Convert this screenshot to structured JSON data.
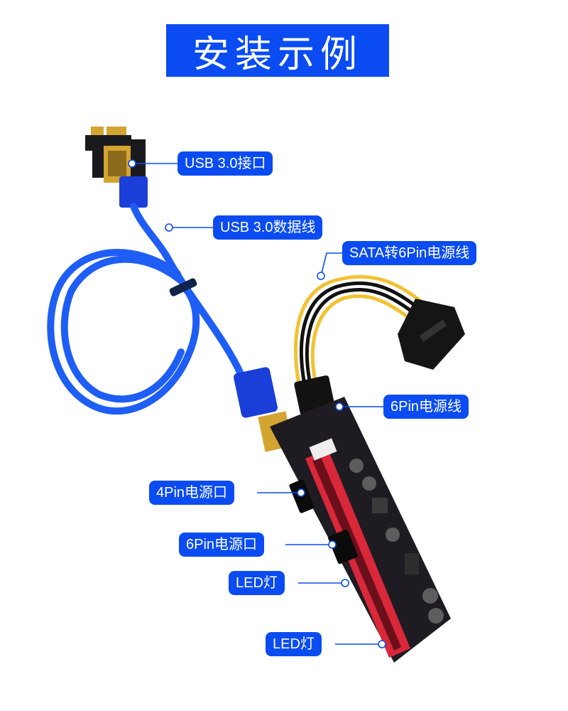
{
  "title": "安装示例",
  "colors": {
    "accent": "#0a4cf2",
    "cable": "#1f5ef5",
    "board": "#1e1c22",
    "slot": "#d8283a",
    "gold": "#d4a431",
    "wire_yellow": "#f1c232"
  },
  "labels": {
    "usb_port": "USB 3.0接口",
    "usb_cable": "USB 3.0数据线",
    "sata_cable": "SATA转6Pin电源线",
    "pin6_cable": "6Pin电源线",
    "pin4_port": "4Pin电源口",
    "pin6_port": "6Pin电源口",
    "led_1": "LED灯",
    "led_2": "LED灯"
  }
}
